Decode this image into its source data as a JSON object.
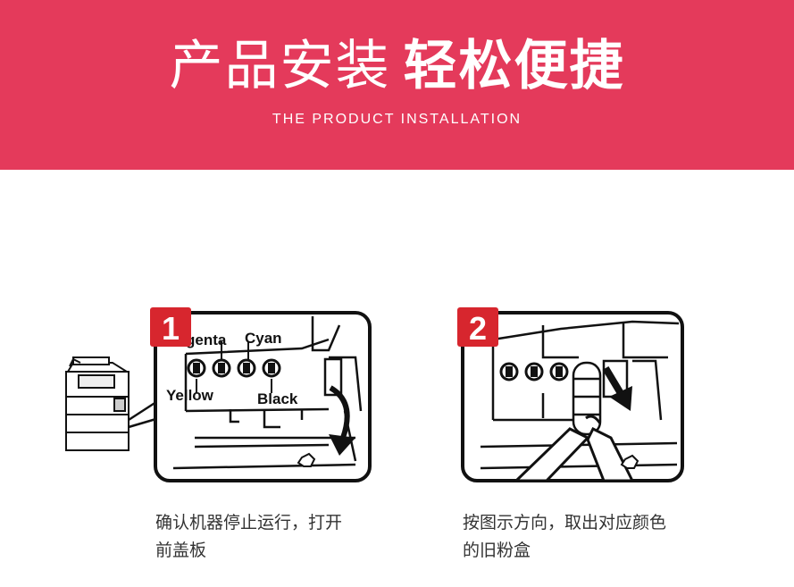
{
  "header": {
    "title_light": "产品安装",
    "title_bold": "轻松便捷",
    "subtitle": "THE PRODUCT INSTALLATION"
  },
  "steps": [
    {
      "number": "1",
      "labels": {
        "magenta": "genta",
        "cyan": "Cyan",
        "yellow": "Yellow",
        "black": "Black"
      },
      "caption_line1": "确认机器停止运行，打开",
      "caption_line2": "前盖板"
    },
    {
      "number": "2",
      "caption_line1": "按图示方向，取出对应颜色",
      "caption_line2": "的旧粉盒"
    }
  ],
  "colors": {
    "banner": "#e43a5b",
    "badge": "#d7262e",
    "text": "#333333"
  }
}
